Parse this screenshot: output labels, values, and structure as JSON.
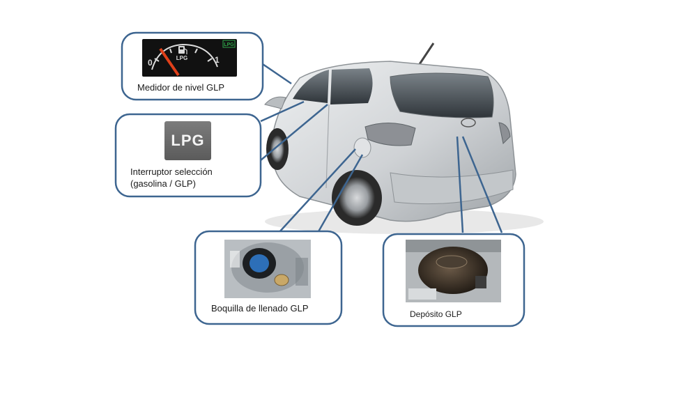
{
  "callouts": {
    "gauge": {
      "label": "Medidor  de nivel  GLP",
      "dial": {
        "min_label": "0",
        "max_label": "1",
        "center_label": "LPG",
        "indicator": "LPG"
      },
      "icon": "fuel-pump-icon"
    },
    "switch": {
      "line1": "Interruptor   selección",
      "line2": "(gasolina    / GLP)",
      "button_label": "LPG"
    },
    "nozzle": {
      "label": "Boquilla  de llenado  GLP"
    },
    "tank": {
      "label": "Depósito   GLP"
    }
  },
  "colors": {
    "callout_border": "#3d6590",
    "leader_line": "#3d6590",
    "needle": "#e0401a",
    "gauge_bg": "#111111",
    "car_body": "#d9dbdd"
  }
}
